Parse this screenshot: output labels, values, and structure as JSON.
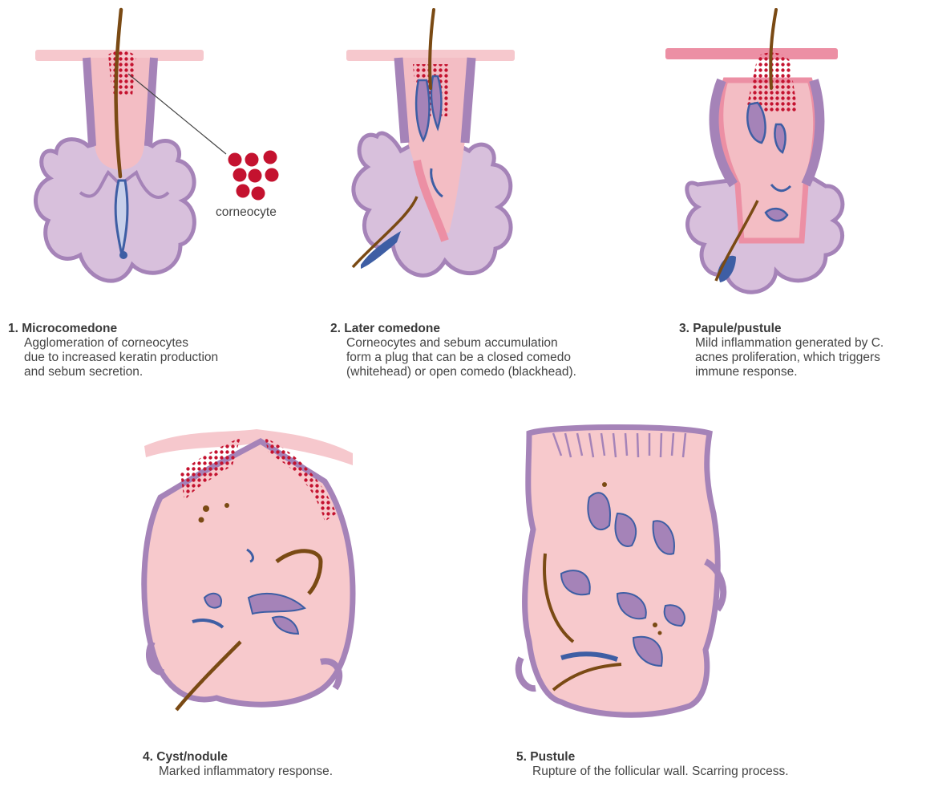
{
  "stages": [
    {
      "number": "1.",
      "title": "Microcomedone",
      "description": "Agglomeration of corneocytes\ndue to increased keratin production\nand sebum secretion."
    },
    {
      "number": "2.",
      "title": "Later comedone",
      "description": "Corneocytes and sebum accumulation\nform a plug that can be a closed comedo\n(whitehead) or open comedo (blackhead)."
    },
    {
      "number": "3.",
      "title": "Papule/pustule",
      "description": "Mild inflammation generated by C.\nacnes proliferation, which triggers\nimmune response."
    },
    {
      "number": "4.",
      "title": "Cyst/nodule",
      "description": "Marked inflammatory response."
    },
    {
      "number": "5.",
      "title": "Pustule",
      "description": "Rupture of the follicular wall. Scarring process."
    }
  ],
  "callout": {
    "label": "corneocyte"
  },
  "colors": {
    "tissue_purple": "#a583b8",
    "tissue_lilac": "#d9c2dd",
    "tissue_pink": "#f7c9cc",
    "inflamed_pink": "#ec8fa4",
    "corneocyte_red": "#c4122f",
    "sebum_blue": "#3e5ea4",
    "hair_brown": "#7a4a14"
  }
}
